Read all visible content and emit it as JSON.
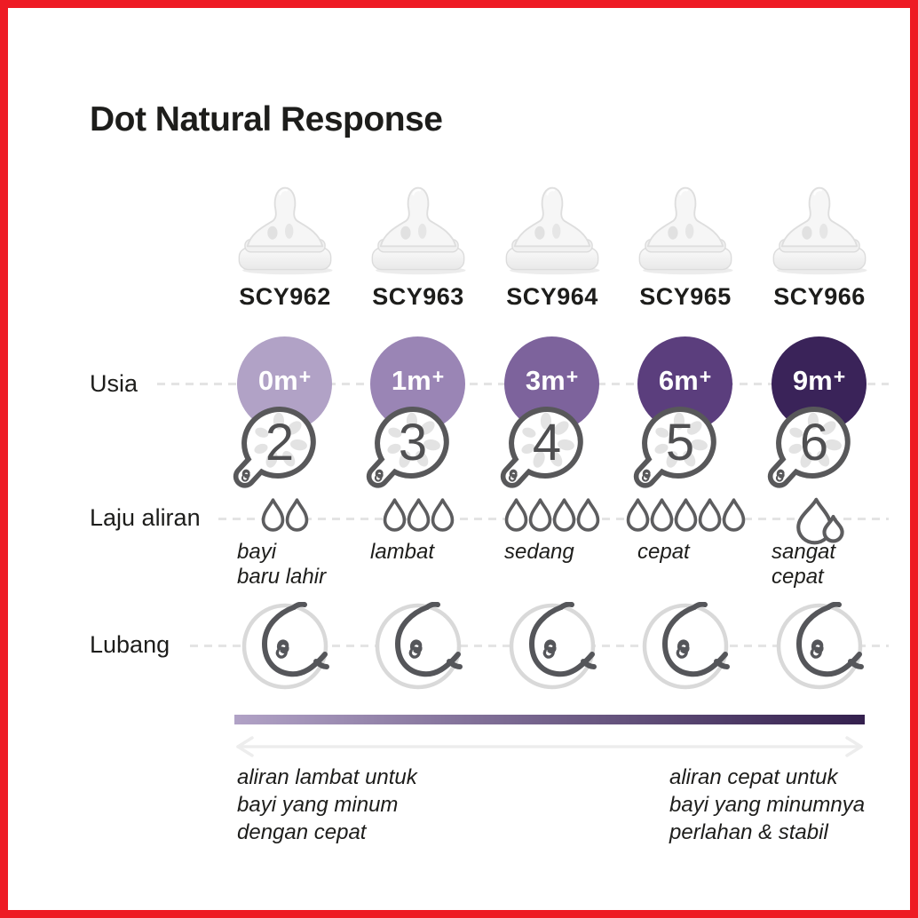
{
  "frame": {
    "border_color": "#ee1b24",
    "background": "#ffffff"
  },
  "title": "Dot Natural Response",
  "row_labels": {
    "age": "Usia",
    "flow": "Laju aliran",
    "hole": "Lubang"
  },
  "columns": [
    {
      "code": "SCY962",
      "age": "0m",
      "age_plus": "+",
      "age_color": "#b1a2c6",
      "flow_number": "2",
      "drops": 2,
      "flow_lines": [
        "bayi",
        "baru lahir"
      ]
    },
    {
      "code": "SCY963",
      "age": "1m",
      "age_plus": "+",
      "age_color": "#9a85b5",
      "flow_number": "3",
      "drops": 3,
      "flow_lines": [
        "lambat"
      ]
    },
    {
      "code": "SCY964",
      "age": "3m",
      "age_plus": "+",
      "age_color": "#7d639c",
      "flow_number": "4",
      "drops": 4,
      "flow_lines": [
        "sedang"
      ]
    },
    {
      "code": "SCY965",
      "age": "6m",
      "age_plus": "+",
      "age_color": "#5b3e7d",
      "flow_number": "5",
      "drops": 5,
      "flow_lines": [
        "cepat"
      ]
    },
    {
      "code": "SCY966",
      "age": "9m",
      "age_plus": "+",
      "age_color": "#3a2359",
      "flow_number": "6",
      "drops": "very-fast",
      "flow_lines": [
        "sangat",
        "cepat"
      ]
    }
  ],
  "scale": {
    "gradient_from": "#b1a2c6",
    "gradient_to": "#34204e",
    "left_lines": [
      "aliran lambat untuk",
      "bayi yang minum",
      "dengan cepat"
    ],
    "right_lines": [
      "aliran cepat untuk",
      "bayi yang minumnya",
      "perlahan & stabil"
    ]
  },
  "icons": {
    "teat_photo": "bottle-teat-photo",
    "teat_section": "teat-cross-section-icon",
    "drop": "drop-icon",
    "fast_drop": "big-and-small-drop-icon",
    "hole": "magnified-hole-icon",
    "arrow": "double-headed-arrow",
    "icon_stroke_color": "#58585a",
    "dash_color": "#e4e4e4"
  }
}
